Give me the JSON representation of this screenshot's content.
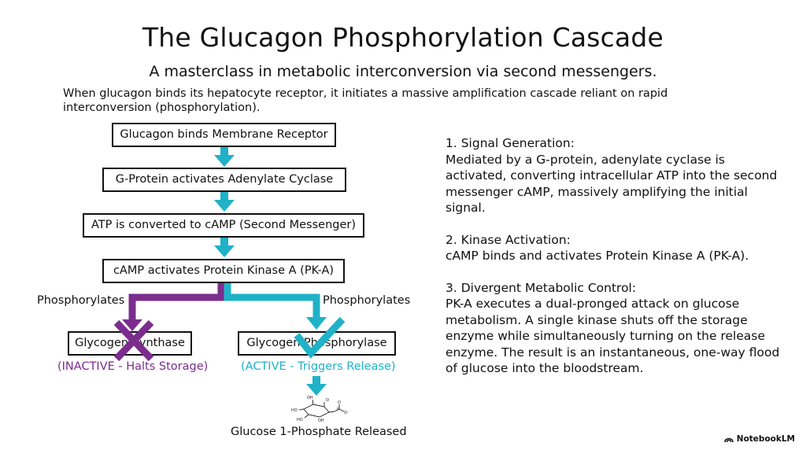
{
  "title": "The Glucagon Phosphorylation Cascade",
  "subtitle": "A masterclass in metabolic interconversion via second messengers.",
  "intro": "When glucagon binds its hepatocyte receptor, it initiates a massive amplification cascade reliant on rapid interconversion (phosphorylation).",
  "flow": {
    "steps": [
      "Glucagon binds Membrane Receptor",
      "G-Protein activates Adenylate Cyclase",
      "ATP is converted to cAMP (Second Messenger)",
      "cAMP activates Protein Kinase A (PK-A)"
    ],
    "left_branch": {
      "edge_label": "Phosphorylates",
      "enzyme": "Glycogen Synthase",
      "status": "(INACTIVE - Halts Storage)"
    },
    "right_branch": {
      "edge_label": "Phosphorylates",
      "enzyme": "Glycogen Phosphorylase",
      "status": "(ACTIVE - Triggers Release)"
    },
    "result": "Glucose 1-Phosphate Released",
    "colors": {
      "teal": "#1fb2c8",
      "purple": "#7b2d8e"
    }
  },
  "explanation": [
    {
      "heading": "1. Signal Generation:",
      "body": "Mediated by a G-protein, adenylate cyclase is activated, converting intracellular ATP into the second messenger cAMP, massively amplifying the initial signal."
    },
    {
      "heading": "2. Kinase Activation:",
      "body": "cAMP binds and activates Protein Kinase A (PK-A)."
    },
    {
      "heading": "3. Divergent Metabolic Control:",
      "body": "PK-A executes a dual-pronged attack on glucose metabolism. A single kinase shuts off the storage enzyme while simultaneously turning on the release enzyme. The result is an instantaneous, one-way flood of glucose into the bloodstream."
    }
  ],
  "brand": "NotebookLM"
}
